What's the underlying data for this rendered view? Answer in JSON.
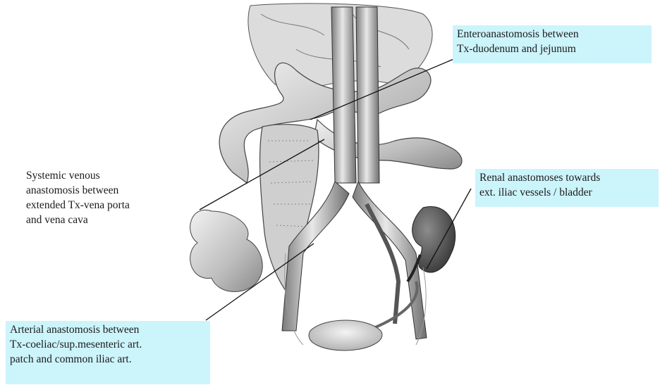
{
  "annotations": {
    "enteroanastomosis": {
      "lines": [
        "Enteroanastomosis between",
        "Tx-duodenum and jejunum"
      ],
      "background": "#ccf4fb"
    },
    "venous": {
      "lines": [
        "Systemic venous",
        "anastomosis between",
        "extended Tx-vena porta",
        "and vena cava"
      ]
    },
    "renal": {
      "lines": [
        "Renal anastomoses towards",
        "ext. iliac vessels / bladder"
      ],
      "background": "#ccf4fb"
    },
    "arterial": {
      "lines": [
        "Arterial anastomosis between",
        "Tx-coeliac/sup.mesenteric art.",
        "patch and common iliac art."
      ],
      "background": "#ccf4fb"
    }
  },
  "colors": {
    "label_box": "#ccf4fb",
    "leader": "#111111",
    "illustration_ink": "#3a3a3a"
  }
}
